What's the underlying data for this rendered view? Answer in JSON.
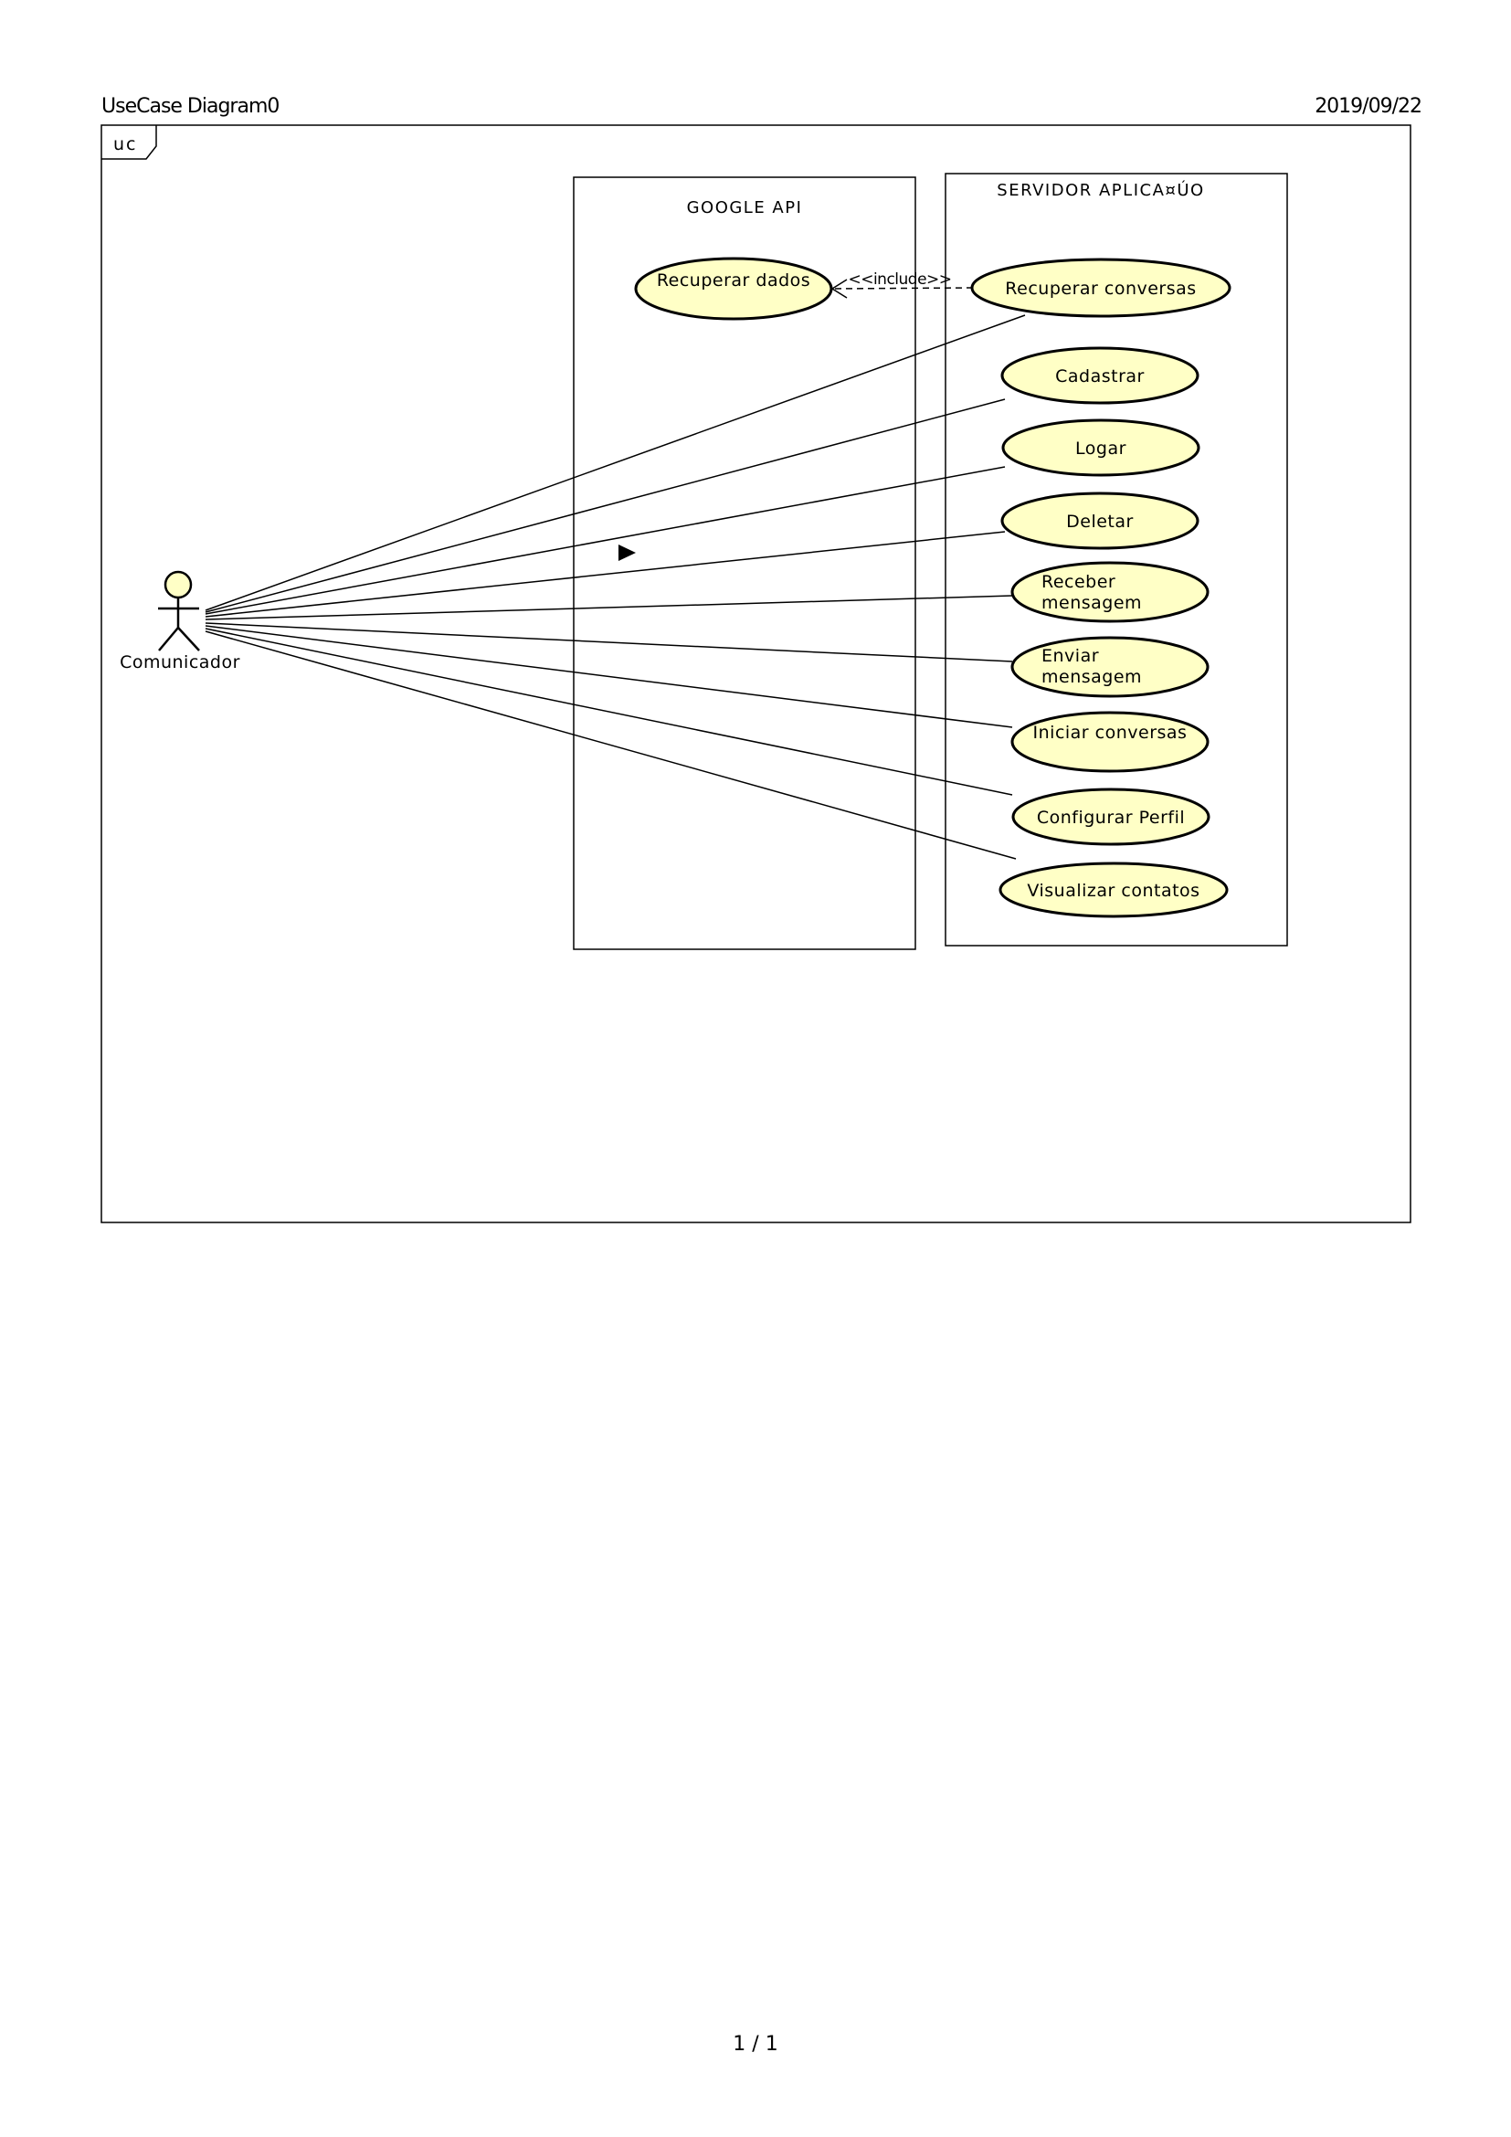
{
  "header": {
    "title": "UseCase Diagram0",
    "date": "2019/09/22"
  },
  "frame": {
    "label": "uc"
  },
  "actor": {
    "name": "Comunicador"
  },
  "boundaries": {
    "google": "GOOGLE API",
    "server": "SERVIDOR APLICA¤ÚO"
  },
  "use_cases": {
    "recuperar_dados": "Recuperar dados",
    "recuperar_conversas": "Recuperar conversas",
    "cadastrar": "Cadastrar",
    "logar": "Logar",
    "deletar": "Deletar",
    "receber_mensagem_1": "Receber",
    "receber_mensagem_2": "mensagem",
    "enviar_mensagem_1": "Enviar",
    "enviar_mensagem_2": "mensagem",
    "iniciar_conversas": "Iniciar conversas",
    "configurar_perfil": "Configurar Perfil",
    "visualizar_contatos": "Visualizar contatos"
  },
  "relations": {
    "include": "<<include>>"
  },
  "colors": {
    "use_case_fill": "#FFFFC6",
    "stroke": "#000000"
  },
  "footer": {
    "page": "1 / 1"
  }
}
